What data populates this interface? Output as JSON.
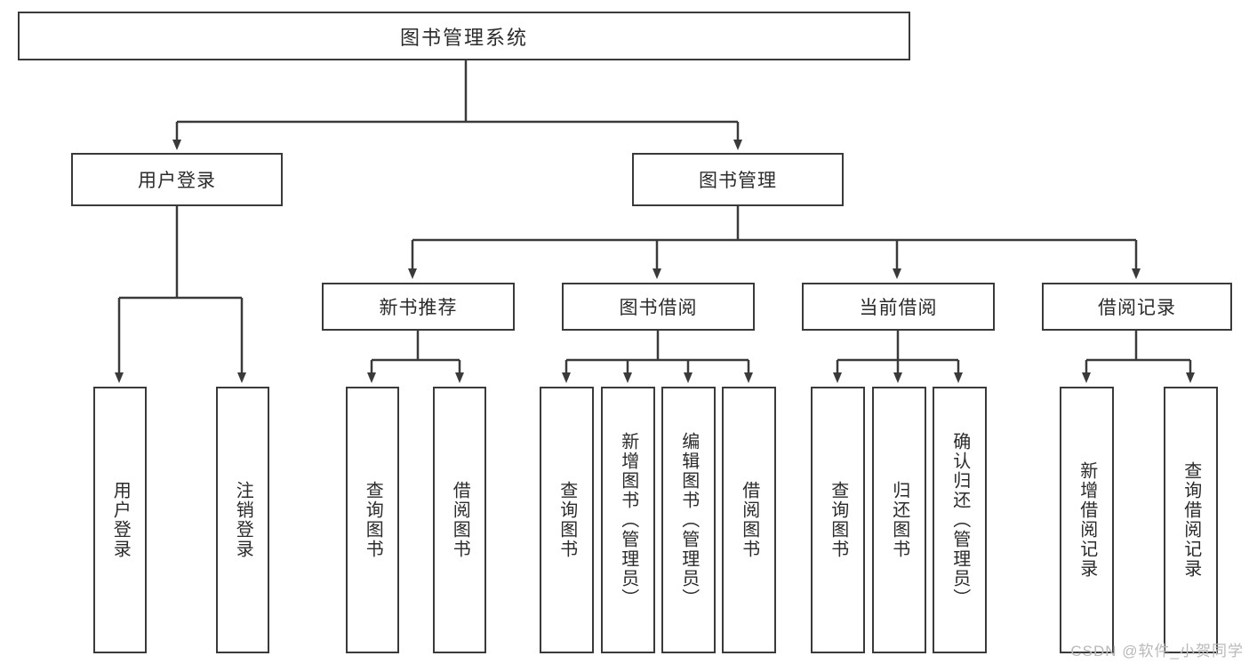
{
  "diagram": {
    "title": "图书管理系统",
    "root": {
      "label": "图书管理系统"
    },
    "level1": [
      {
        "label": "用户登录"
      },
      {
        "label": "图书管理"
      }
    ],
    "level2": [
      {
        "label": "新书推荐"
      },
      {
        "label": "图书借阅"
      },
      {
        "label": "当前借阅"
      },
      {
        "label": "借阅记录"
      }
    ],
    "leaves": {
      "user_login": [
        {
          "label": "用户登录"
        },
        {
          "label": "注销登录"
        }
      ],
      "new_book_recommend": [
        {
          "label": "查询图书"
        },
        {
          "label": "借阅图书"
        }
      ],
      "book_borrow": [
        {
          "label": "查询图书"
        },
        {
          "label": "新增图书（管理员）"
        },
        {
          "label": "编辑图书（管理员）"
        },
        {
          "label": "借阅图书"
        }
      ],
      "current_borrow": [
        {
          "label": "查询图书"
        },
        {
          "label": "归还图书"
        },
        {
          "label": "确认归还（管理员）"
        }
      ],
      "borrow_record": [
        {
          "label": "新增借阅记录"
        },
        {
          "label": "查询借阅记录"
        }
      ]
    }
  },
  "watermark": {
    "text": "CSDN @软件_小贺同学"
  },
  "colors": {
    "stroke": "#3a3a3a",
    "background": "#ffffff",
    "text": "#2b2b2b",
    "watermark": "#b9b9b9"
  }
}
